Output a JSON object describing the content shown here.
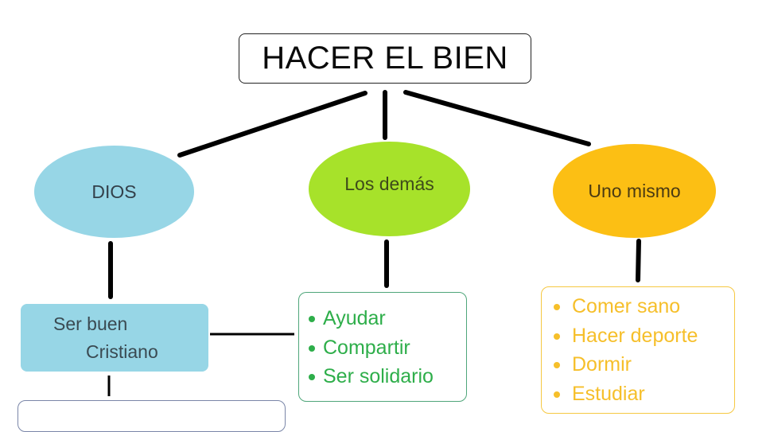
{
  "title": "HACER EL BIEN",
  "categories": [
    {
      "id": "dios",
      "label": "DIOS",
      "color": "#97d6e6"
    },
    {
      "id": "demas",
      "label": "Los demás",
      "color": "#a7e22a"
    },
    {
      "id": "mismo",
      "label": "Uno mismo",
      "color": "#fcbf14"
    }
  ],
  "dios_box": {
    "line1": "Ser buen",
    "line2": "Cristiano"
  },
  "demas_list": {
    "items": [
      "Ayudar",
      "Compartir",
      "Ser solidario"
    ],
    "color": "#2eae4a"
  },
  "mismo_list": {
    "items": [
      "Comer sano",
      "Hacer deporte",
      "Dormir",
      "Estudiar"
    ],
    "color": "#f6bf2a"
  }
}
